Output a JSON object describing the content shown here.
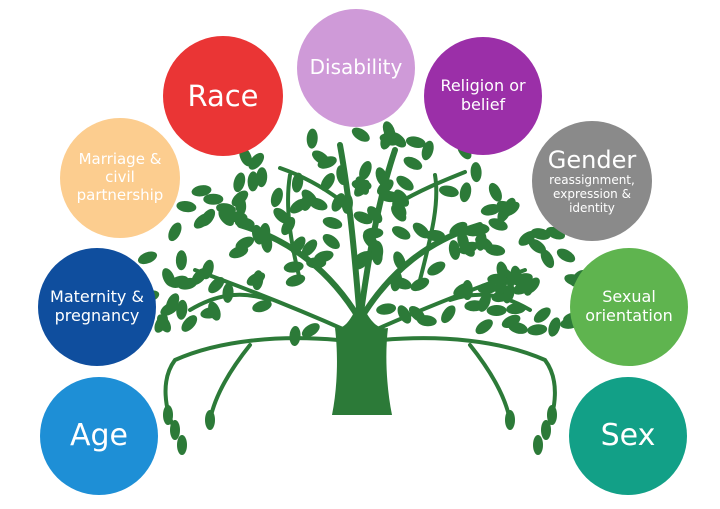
{
  "characteristics": [
    {
      "id": "age",
      "lines": [
        "Age"
      ],
      "color": "#1e8fd6"
    },
    {
      "id": "maternity",
      "lines": [
        "Maternity &",
        "pregnancy"
      ],
      "color": "#0f4e9e"
    },
    {
      "id": "marriage",
      "lines": [
        "Marriage &",
        "civil",
        "partnership"
      ],
      "color": "#fccd8f"
    },
    {
      "id": "race",
      "lines": [
        "Race"
      ],
      "color": "#ea3535"
    },
    {
      "id": "disability",
      "lines": [
        "Disability"
      ],
      "color": "#cf9ad8"
    },
    {
      "id": "religion",
      "lines": [
        "Religion or",
        "belief"
      ],
      "color": "#9b2fa8"
    },
    {
      "id": "gender",
      "lines": [
        "Gender"
      ],
      "sublines": [
        "reassignment,",
        "expression &",
        "identity"
      ],
      "color": "#8a8a8a"
    },
    {
      "id": "sexual",
      "lines": [
        "Sexual",
        "orientation"
      ],
      "color": "#5fb44f"
    },
    {
      "id": "sex",
      "lines": [
        "Sex"
      ],
      "color": "#12a087"
    }
  ],
  "tree_color": "#2c7a38"
}
